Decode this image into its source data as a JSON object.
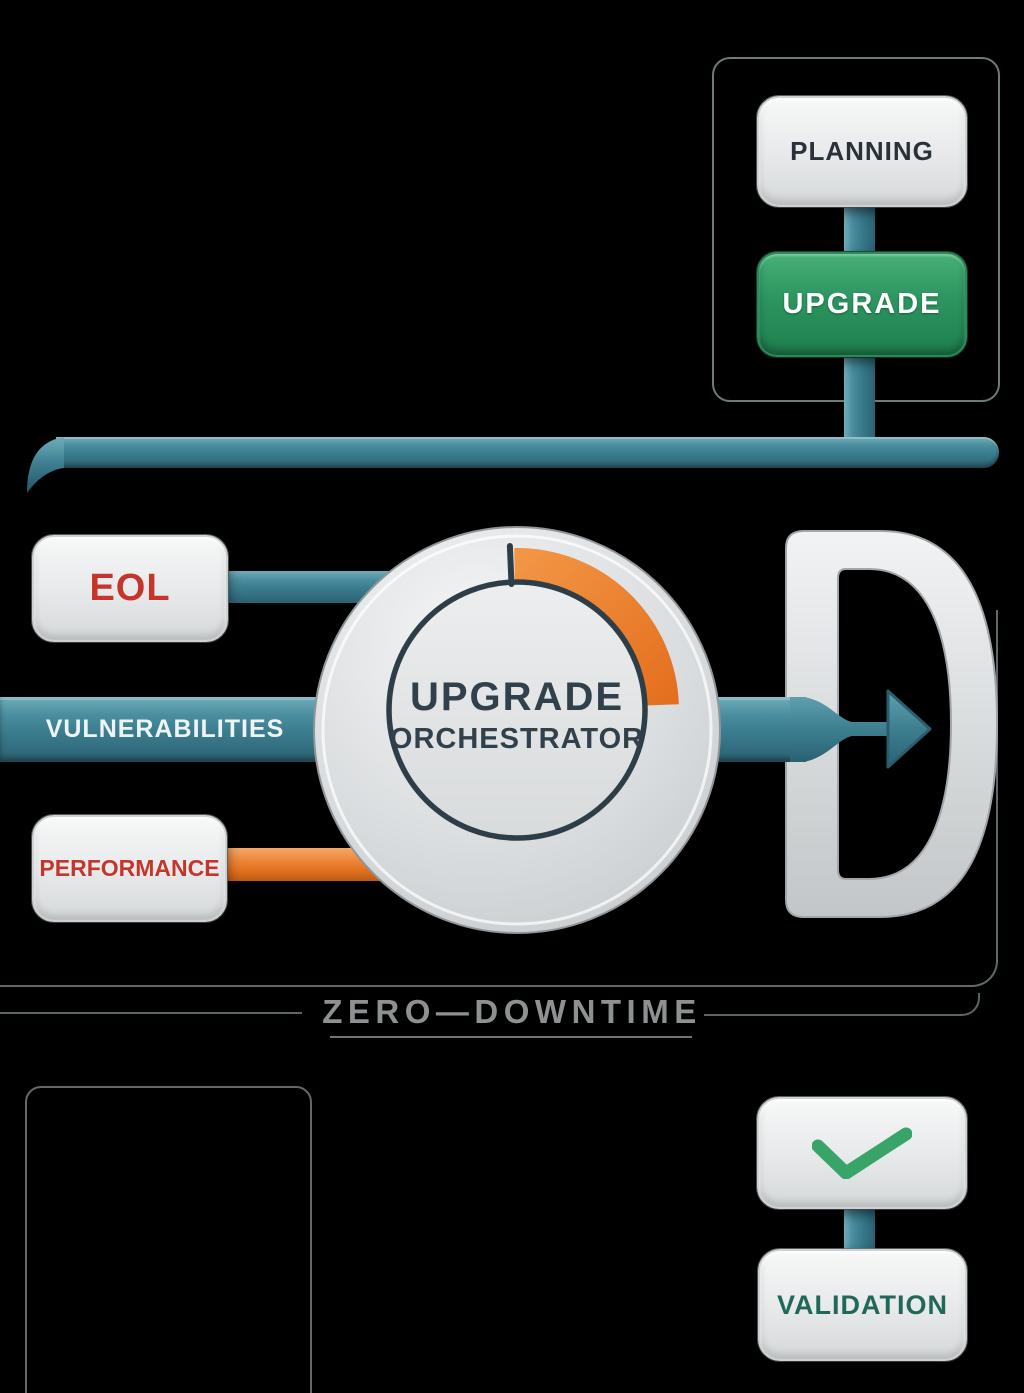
{
  "background_color": "#000000",
  "palette": {
    "teal": "#3d7f90",
    "orange": "#e8792f",
    "green": "#2f9a63",
    "label_red": "#c5352c",
    "slate_text": "#31414b",
    "light_box_fill": "#e8eaeb",
    "muted_gray_text": "#8d9192",
    "validation_text_green": "#20695a"
  },
  "planning_group": {
    "planning_label": "PLANNING",
    "upgrade_label": "UPGRADE"
  },
  "input_nodes": {
    "eol_label": "EOL",
    "vulnerabilities_label": "VULNERABILITIES",
    "performance_label": "PERFORMANCE"
  },
  "orchestrator": {
    "title_line1": "UPGRADE",
    "title_line2": "ORCHESTRATOR"
  },
  "output": {
    "zero_downtime_label": "ZERO—DOWNTIME"
  },
  "validation_group": {
    "validation_label": "VALIDATION"
  },
  "icons": {
    "checkmark": "checkmark-icon",
    "arrow_right": "arrow-right-icon",
    "progress_dial": "progress-dial-icon",
    "exit_door": "exit-door-icon",
    "pipe_hook": "pipe-hook-icon"
  }
}
